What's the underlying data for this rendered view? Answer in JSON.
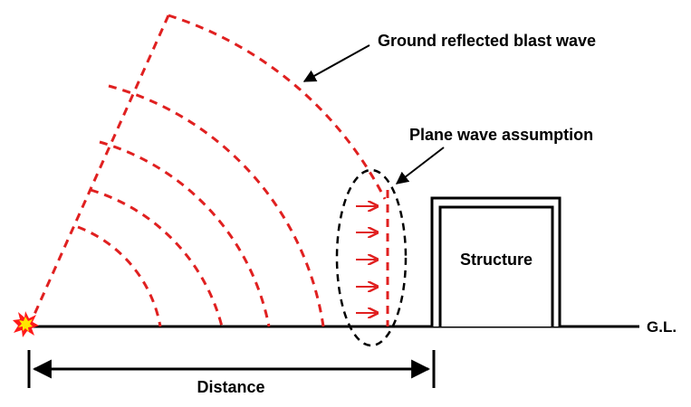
{
  "labels": {
    "ground_reflected": "Ground reflected blast wave",
    "plane_wave": "Plane wave assumption",
    "structure": "Structure",
    "ground_level": "G.L.",
    "distance": "Distance"
  },
  "colors": {
    "wave": "#e02020",
    "ground": "#000000",
    "ellipse": "#000000",
    "explosion_outer": "#ff1a1a",
    "explosion_inner": "#ffe600"
  },
  "icons": {
    "explosion": "explosion-icon"
  }
}
